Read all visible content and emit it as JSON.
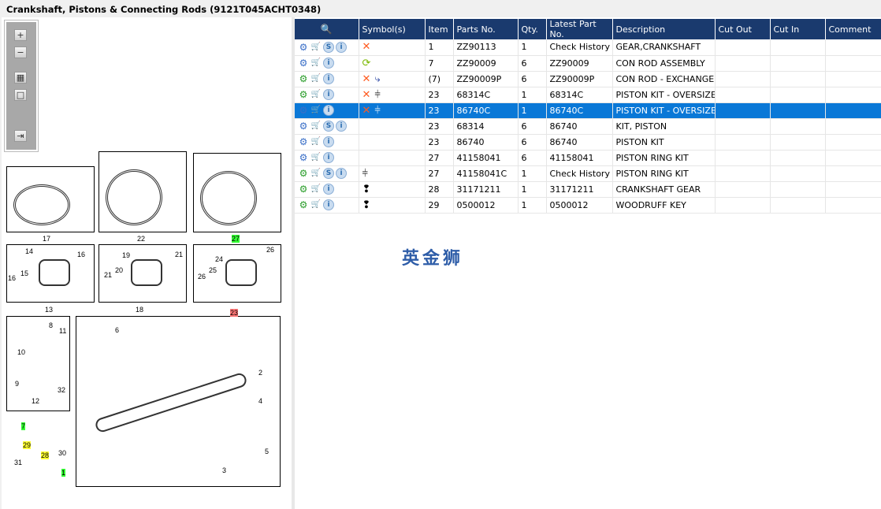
{
  "title": "Crankshaft, Pistons & Connecting Rods (9121T045ACHT0348)",
  "toolbar": [
    "zoom-in",
    "zoom-out",
    "fit-all",
    "fit-window",
    "export"
  ],
  "diagram": {
    "callouts": {
      "c17": "17",
      "c22": "22",
      "c27": "27",
      "c13": "13",
      "c18": "18",
      "c23": "23",
      "c14": "14",
      "c16a": "16",
      "c15": "15",
      "c16b": "16",
      "c19": "19",
      "c21a": "21",
      "c20": "20",
      "c21b": "21",
      "c24": "24",
      "c26a": "26",
      "c25": "25",
      "c26b": "26",
      "c10": "10",
      "c8": "8",
      "c11": "11",
      "c9": "9",
      "c32": "32",
      "c12": "12",
      "c6": "6",
      "c2": "2",
      "c4": "4",
      "c5": "5",
      "c3": "3",
      "c7": "7",
      "c29": "29",
      "c28": "28",
      "c30": "30",
      "c31": "31",
      "c1": "1"
    }
  },
  "table": {
    "headers": [
      "",
      "Symbol(s)",
      "Item",
      "Parts No.",
      "Qty.",
      "Latest Part No.",
      "Description",
      "Cut Out",
      "Cut In",
      "Comment"
    ],
    "rows": [
      {
        "item": "1",
        "part": "ZZ90113",
        "qty": "1",
        "latest": "Check History",
        "desc": "GEAR,CRANKSHAFT",
        "s": true,
        "gear": "blue",
        "sym": [
          "x"
        ]
      },
      {
        "item": "7",
        "part": "ZZ90009",
        "qty": "6",
        "latest": "ZZ90009",
        "desc": "CON ROD ASSEMBLY",
        "s": false,
        "gear": "blue",
        "sym": [
          "refresh"
        ]
      },
      {
        "item": "(7)",
        "part": "ZZ90009P",
        "qty": "6",
        "latest": "ZZ90009P",
        "desc": "CON ROD - EXCHANGE",
        "s": false,
        "gear": "green",
        "sym": [
          "x",
          "branch"
        ]
      },
      {
        "item": "23",
        "part": "68314C",
        "qty": "1",
        "latest": "68314C",
        "desc": "PISTON KIT - OVERSIZE",
        "s": false,
        "gear": "green",
        "sym": [
          "x",
          "split"
        ]
      },
      {
        "item": "23",
        "part": "86740C",
        "qty": "1",
        "latest": "86740C",
        "desc": "PISTON KIT - OVERSIZE",
        "s": false,
        "gear": "blue",
        "sym": [
          "x",
          "split"
        ],
        "selected": true
      },
      {
        "item": "23",
        "part": "68314",
        "qty": "6",
        "latest": "86740",
        "desc": "KIT, PISTON",
        "s": true,
        "gear": "blue",
        "sym": []
      },
      {
        "item": "23",
        "part": "86740",
        "qty": "6",
        "latest": "86740",
        "desc": "PISTON KIT",
        "s": false,
        "gear": "blue",
        "sym": []
      },
      {
        "item": "27",
        "part": "41158041",
        "qty": "6",
        "latest": "41158041",
        "desc": "PISTON RING KIT",
        "s": false,
        "gear": "blue",
        "sym": []
      },
      {
        "item": "27",
        "part": "41158041C",
        "qty": "1",
        "latest": "Check History",
        "desc": "PISTON RING KIT",
        "s": true,
        "gear": "green",
        "sym": [
          "split"
        ]
      },
      {
        "item": "28",
        "part": "31171211",
        "qty": "1",
        "latest": "31171211",
        "desc": "CRANKSHAFT GEAR",
        "s": false,
        "gear": "green",
        "sym": [
          "note"
        ]
      },
      {
        "item": "29",
        "part": "0500012",
        "qty": "1",
        "latest": "0500012",
        "desc": "WOODRUFF KEY",
        "s": false,
        "gear": "green",
        "sym": [
          "note"
        ]
      }
    ]
  },
  "watermark": "英金狮"
}
